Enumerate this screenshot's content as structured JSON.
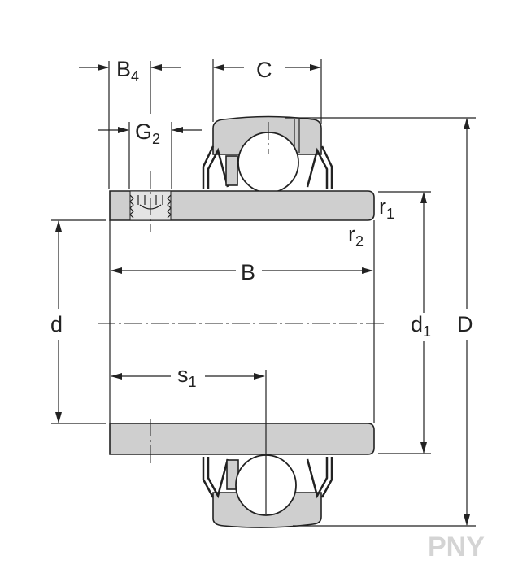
{
  "labels": {
    "B4": {
      "main": "B",
      "sub": "4"
    },
    "G2": {
      "main": "G",
      "sub": "2"
    },
    "C": {
      "main": "C"
    },
    "B": {
      "main": "B"
    },
    "d": {
      "main": "d"
    },
    "d1": {
      "main": "d",
      "sub": "1"
    },
    "D": {
      "main": "D"
    },
    "r1": {
      "main": "r",
      "sub": "1"
    },
    "r2": {
      "main": "r",
      "sub": "2"
    },
    "s1": {
      "main": "s",
      "sub": "1"
    }
  },
  "watermark": "PNY",
  "colors": {
    "part_fill": "#cfcfcf",
    "line": "#222222",
    "watermark": "#d4d4d4"
  }
}
